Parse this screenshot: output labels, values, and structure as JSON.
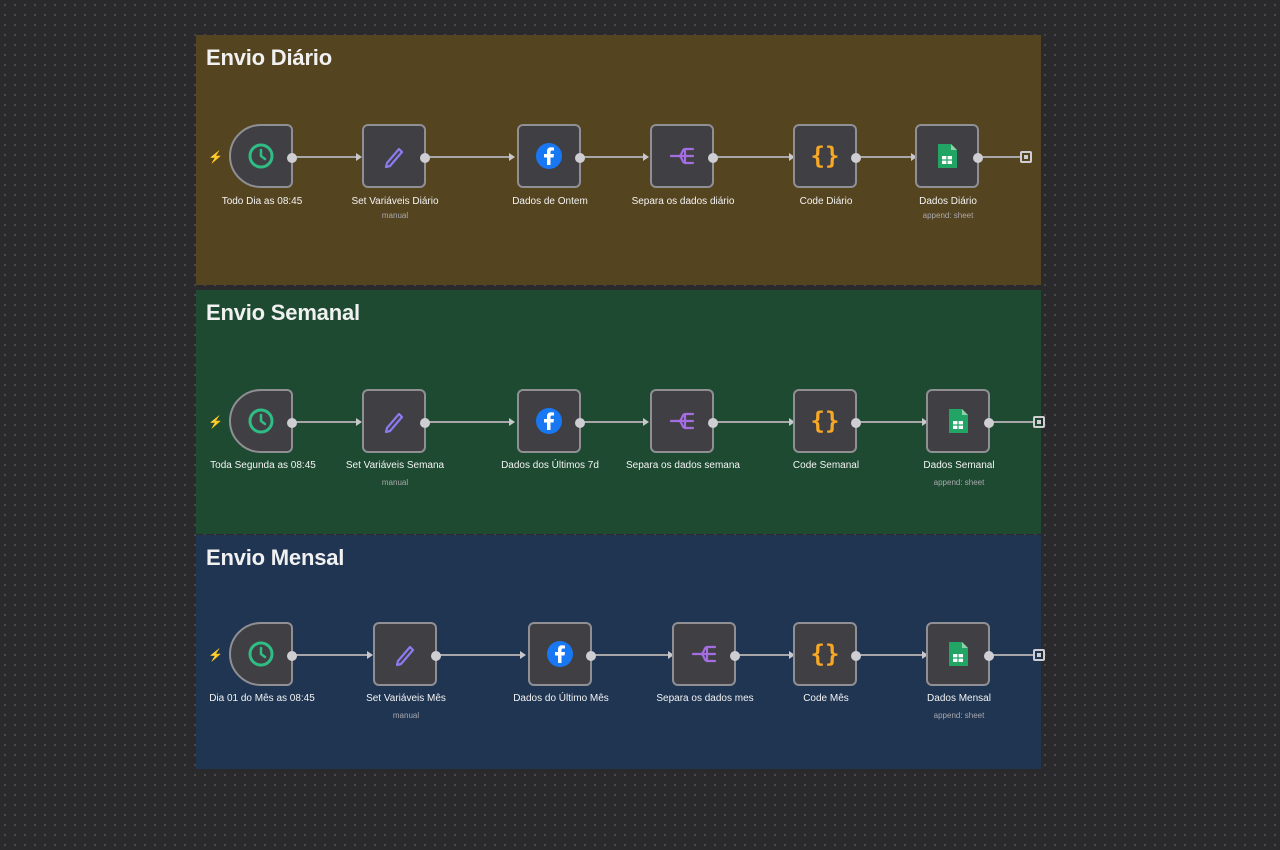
{
  "groups": [
    {
      "title": "Envio Diário",
      "color": "#554420",
      "nodes": {
        "trigger": {
          "label": "Todo Dia as 08:45"
        },
        "set": {
          "label": "Set Variáveis Diário",
          "sub": "manual"
        },
        "facebook": {
          "label": "Dados de Ontem"
        },
        "split": {
          "label": "Separa os dados diário"
        },
        "code": {
          "label": "Code Diário"
        },
        "sheets": {
          "label": "Dados Diário",
          "sub": "append: sheet"
        }
      }
    },
    {
      "title": "Envio Semanal",
      "color": "#1e4a31",
      "nodes": {
        "trigger": {
          "label": "Toda Segunda as 08:45"
        },
        "set": {
          "label": "Set Variáveis Semana",
          "sub": "manual"
        },
        "facebook": {
          "label": "Dados dos Últimos 7d"
        },
        "split": {
          "label": "Separa os dados semana"
        },
        "code": {
          "label": "Code Semanal"
        },
        "sheets": {
          "label": "Dados Semanal",
          "sub": "append: sheet"
        }
      }
    },
    {
      "title": "Envio Mensal",
      "color": "#1f3552",
      "nodes": {
        "trigger": {
          "label": "Dia 01 do Mês as 08:45"
        },
        "set": {
          "label": "Set Variáveis Mês",
          "sub": "manual"
        },
        "facebook": {
          "label": "Dados do Último Mês"
        },
        "split": {
          "label": "Separa os dados mes"
        },
        "code": {
          "label": "Code Mês"
        },
        "sheets": {
          "label": "Dados Mensal",
          "sub": "append: sheet"
        }
      }
    }
  ],
  "icons": {
    "trigger": "clock-icon",
    "set": "pencil-icon",
    "facebook": "facebook-icon",
    "split": "split-out-icon",
    "code": "code-braces-icon",
    "sheets": "google-sheets-icon",
    "start": "lightning-bolt-icon",
    "end": "add-node-icon"
  },
  "colors": {
    "clock": "#2ebd85",
    "pencil": "#8c7bf0",
    "facebook": "#1877f2",
    "split": "#a56de2",
    "code": "#f9a825",
    "sheets": "#21a464",
    "bolt": "#ff6d5a"
  }
}
